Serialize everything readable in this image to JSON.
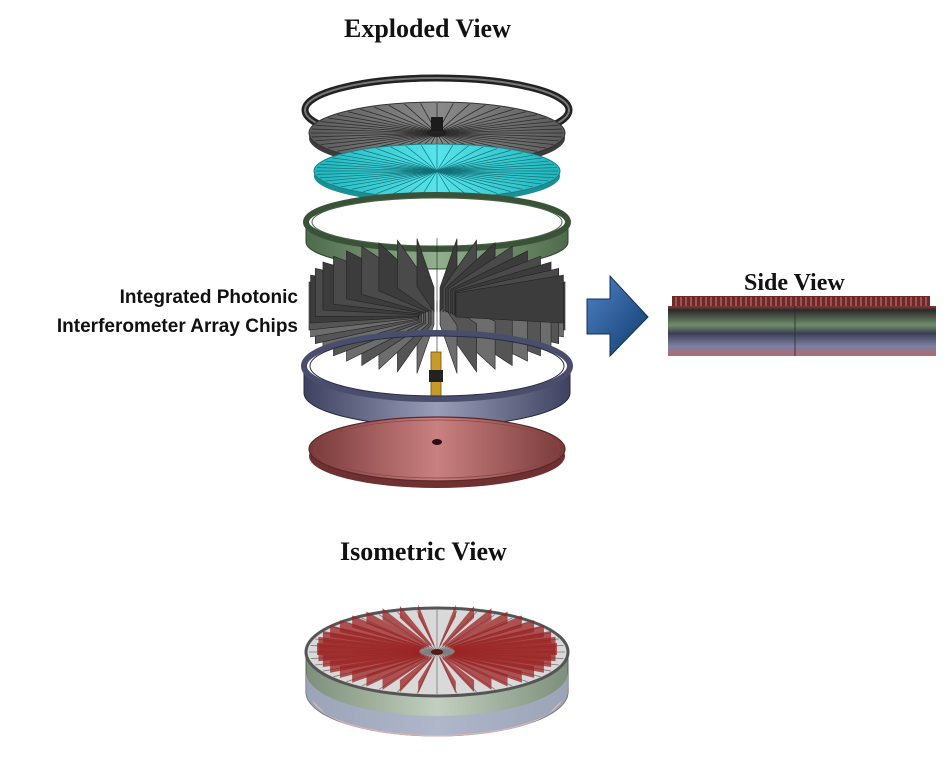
{
  "titles": {
    "exploded": "Exploded View",
    "side": "Side View",
    "isometric": "Isometric View"
  },
  "labels": {
    "chips_line1": "Integrated Photonic",
    "chips_line2": "Interferometer Array Chips"
  },
  "colors": {
    "ring_dark": "#4a4a4a",
    "lid_gray": "#7a7a7a",
    "cyan_layer": "#3ed2d8",
    "green_ring": "#6f8c6a",
    "chip_gray": "#5e5e5e",
    "blue_ring": "#6f7390",
    "base_red": "#a45c5c",
    "arrow_blue": "#1f4f8a",
    "post_gold": "#c89a2a"
  }
}
